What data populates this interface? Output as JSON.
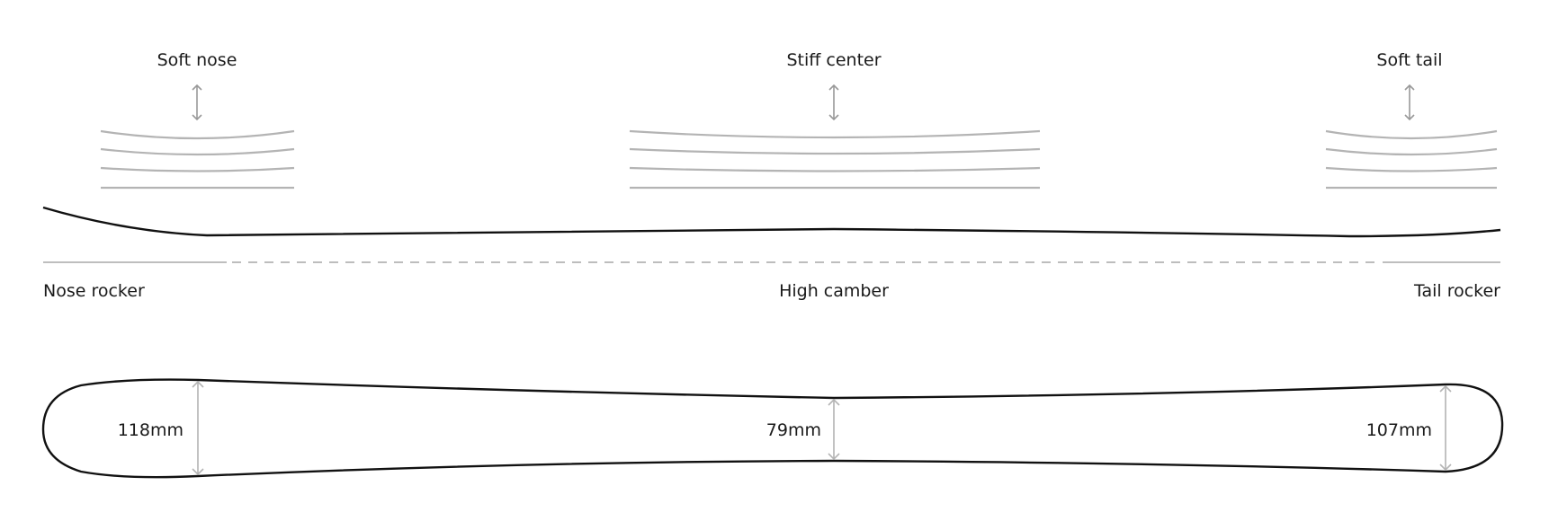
{
  "flex_labels": {
    "nose": "Soft nose",
    "center": "Stiff center",
    "tail": "Soft tail"
  },
  "profile_labels": {
    "nose": "Nose rocker",
    "center": "High camber",
    "tail": "Tail rocker"
  },
  "widths": {
    "nose": "118mm",
    "waist": "79mm",
    "tail": "107mm"
  }
}
